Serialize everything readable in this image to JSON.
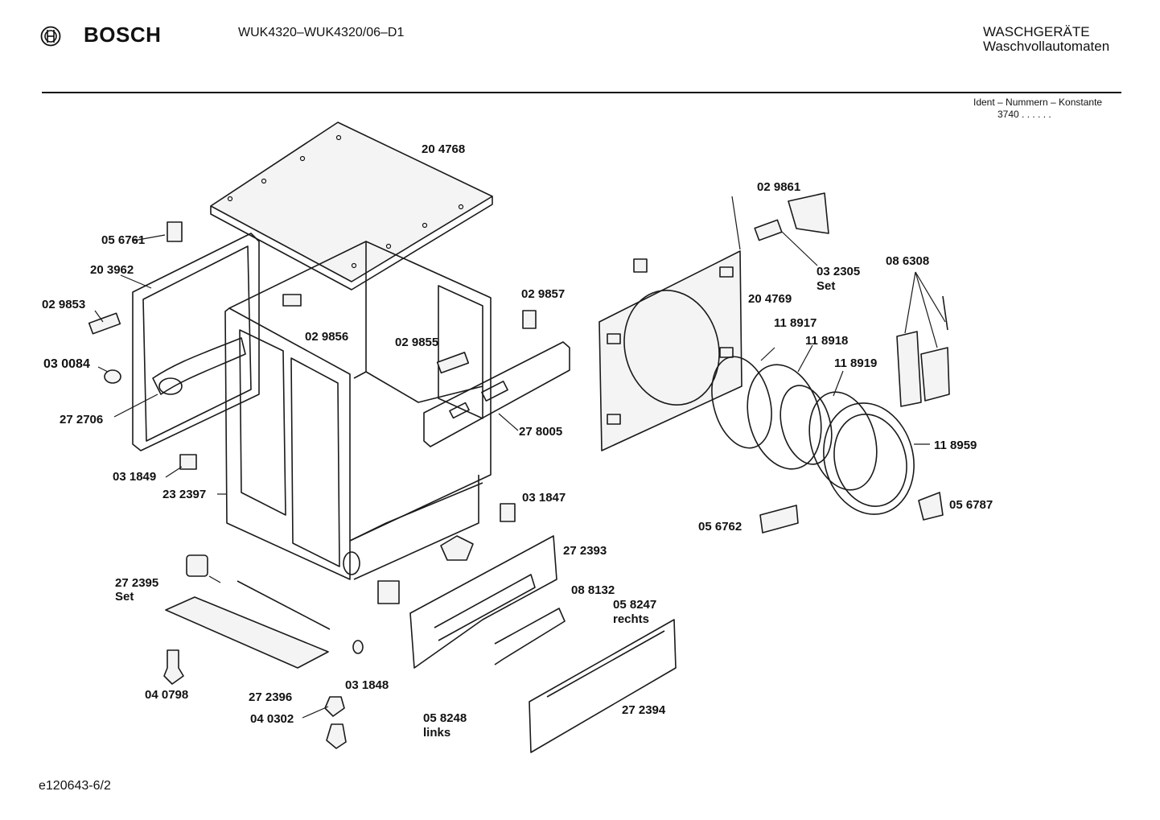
{
  "header": {
    "brand": "BOSCH",
    "brand_logo_icon": "bosch-armature-logo-icon",
    "model": "WUK4320–WUK4320/06–D1",
    "category_line1": "WASCHGERÄTE",
    "category_line2": "Waschvollautomaten",
    "ident_label": "Ident – Nummern – Konstante",
    "ident_value": "3740 .  .  .  .  .  ."
  },
  "footer": {
    "doc_id": "e120643-6/2"
  },
  "parts": [
    {
      "id": "p204768",
      "label": "20 4768"
    },
    {
      "id": "p056761",
      "label": "05 6761"
    },
    {
      "id": "p203962",
      "label": "20 3962"
    },
    {
      "id": "p029853",
      "label": "02 9853"
    },
    {
      "id": "p030084",
      "label": "03 0084"
    },
    {
      "id": "p272706",
      "label": "27 2706"
    },
    {
      "id": "p031849",
      "label": "03 1849"
    },
    {
      "id": "p232397",
      "label": "23 2397"
    },
    {
      "id": "p029856",
      "label": "02 9856"
    },
    {
      "id": "p029855",
      "label": "02 9855"
    },
    {
      "id": "p029857",
      "label": "02 9857"
    },
    {
      "id": "p278005",
      "label": "27 8005"
    },
    {
      "id": "p031847",
      "label": "03 1847"
    },
    {
      "id": "p272393",
      "label": "27 2393"
    },
    {
      "id": "p272395",
      "label": "27 2395",
      "sub": "Set"
    },
    {
      "id": "p040798",
      "label": "04 0798"
    },
    {
      "id": "p272396",
      "label": "27 2396"
    },
    {
      "id": "p031848",
      "label": "03 1848"
    },
    {
      "id": "p040302",
      "label": "04 0302"
    },
    {
      "id": "p088132",
      "label": "08 8132"
    },
    {
      "id": "p058247",
      "label": "05 8247",
      "sub": "rechts"
    },
    {
      "id": "p058248",
      "label": "05 8248",
      "sub": "links"
    },
    {
      "id": "p272394",
      "label": "27 2394"
    },
    {
      "id": "p029861",
      "label": "02 9861"
    },
    {
      "id": "p032305",
      "label": "03 2305",
      "sub": "Set"
    },
    {
      "id": "p086308",
      "label": "08 6308"
    },
    {
      "id": "p204769",
      "label": "20 4769"
    },
    {
      "id": "p118917",
      "label": "11 8917"
    },
    {
      "id": "p118918",
      "label": "11 8918"
    },
    {
      "id": "p118919",
      "label": "11 8919"
    },
    {
      "id": "p118959",
      "label": "11 8959"
    },
    {
      "id": "p056787",
      "label": "05 6787"
    },
    {
      "id": "p056762",
      "label": "05 6762"
    }
  ]
}
